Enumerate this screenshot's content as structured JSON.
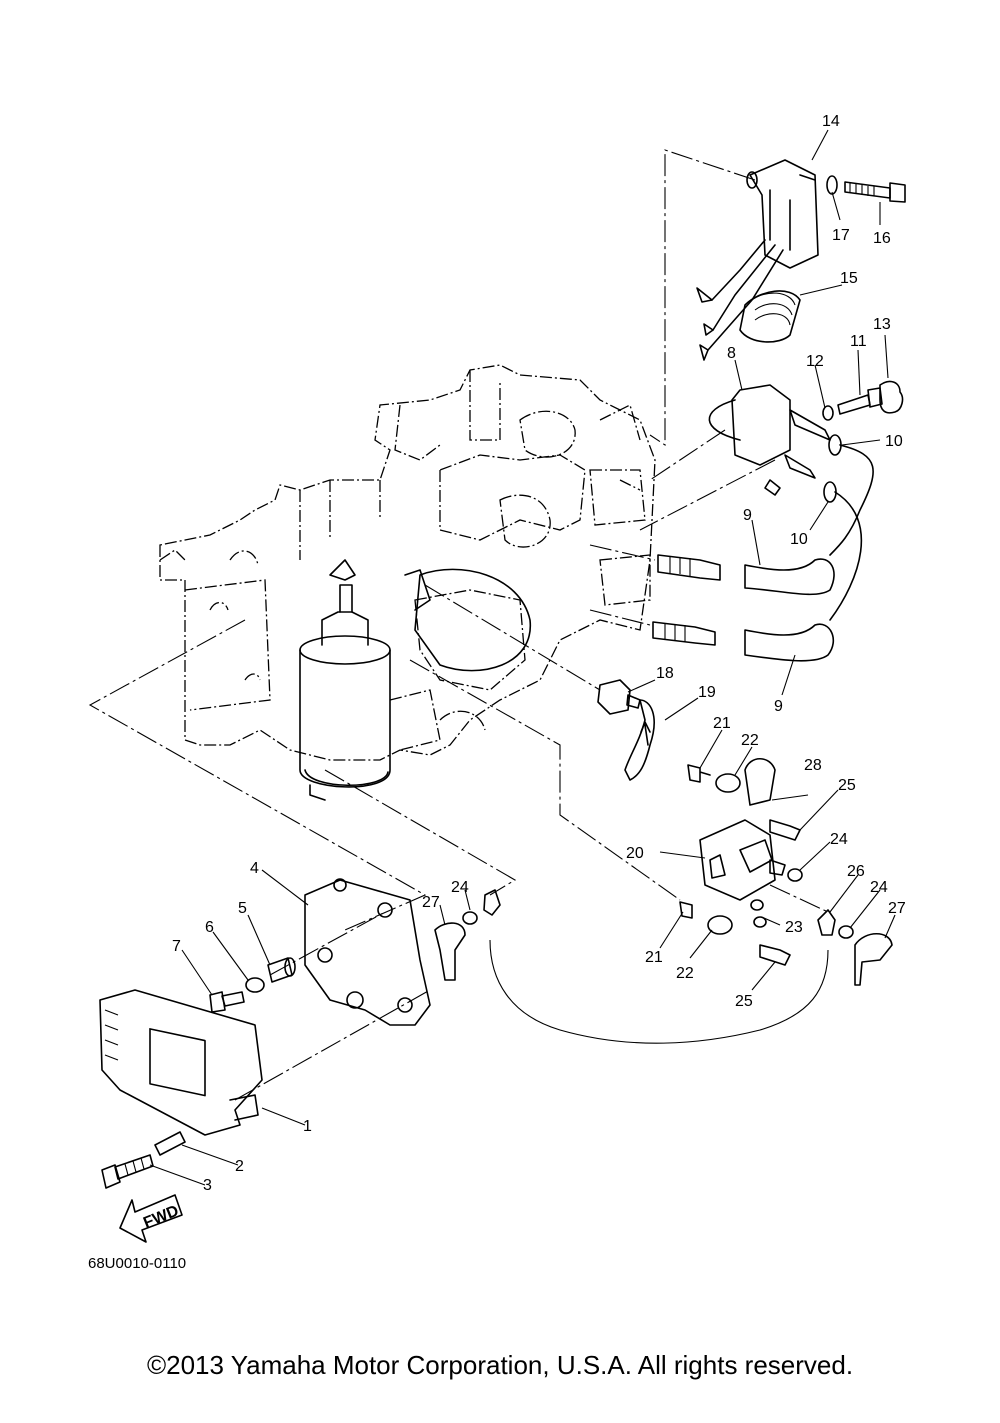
{
  "diagram": {
    "drawing_code": "68U0010-0110",
    "fwd_marker": "FWD",
    "copyright": "©2013 Yamaha Motor Corporation, U.S.A. All rights reserved.",
    "callouts": [
      "1",
      "2",
      "3",
      "4",
      "5",
      "6",
      "7",
      "8",
      "9",
      "9",
      "10",
      "10",
      "11",
      "12",
      "13",
      "14",
      "15",
      "16",
      "17",
      "18",
      "19",
      "20",
      "21",
      "21",
      "22",
      "22",
      "23",
      "24",
      "24",
      "24",
      "25",
      "25",
      "26",
      "27",
      "27",
      "28"
    ]
  }
}
